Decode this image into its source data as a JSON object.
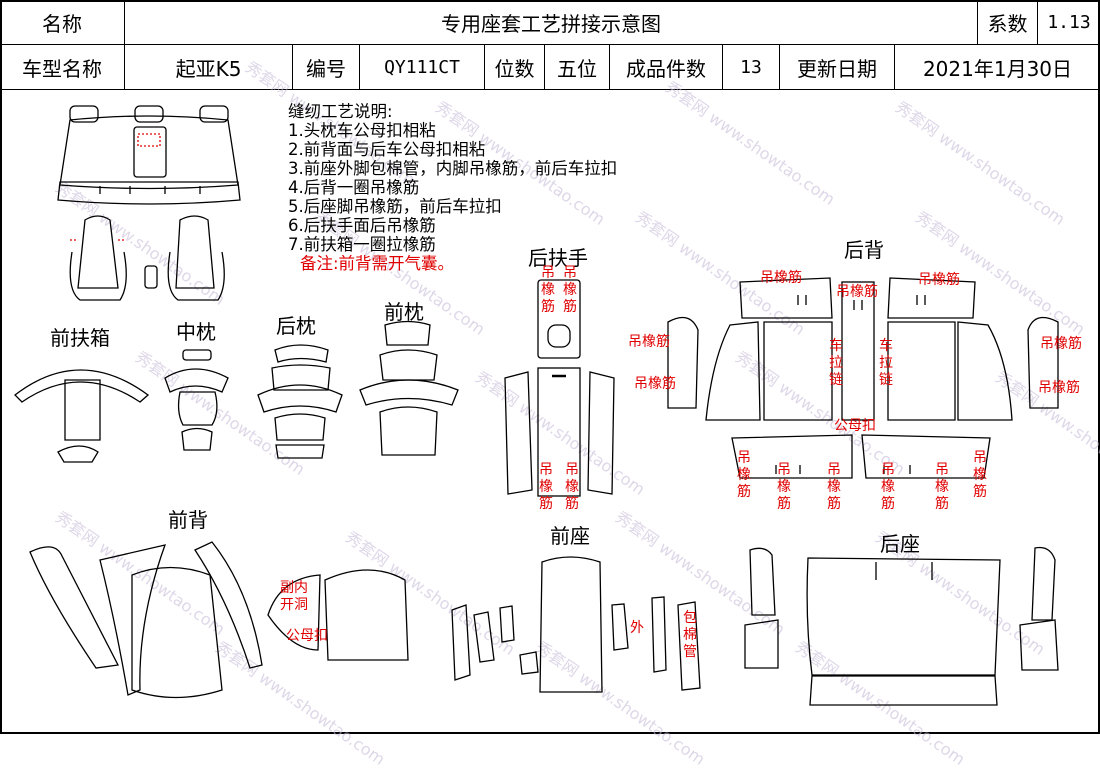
{
  "header": {
    "name_label": "名称",
    "doc_title": "专用座套工艺拼接示意图",
    "coef_label": "系数",
    "coef_value": "1.13",
    "model_label": "车型名称",
    "model_value": "起亚K5",
    "code_label": "编号",
    "code_value": "QY111CT",
    "seats_label": "位数",
    "seats_value": "五位",
    "pieces_label": "成品件数",
    "pieces_value": "13",
    "date_label": "更新日期",
    "date_value": "2021年1月30日"
  },
  "notes": {
    "title": "缝纫工艺说明:",
    "items": [
      "1.头枕车公母扣相粘",
      "2.前背面与后车公母扣相粘",
      "3.前座外脚包棉管，内脚吊橡筋，前后车拉扣",
      "4.后背一圈吊橡筋",
      "5.后座脚吊橡筋，前后车拉扣",
      "6.后扶手面后吊橡筋",
      "7.前扶箱一圈拉橡筋"
    ],
    "remark": "备注:前背需开气囊。"
  },
  "sections": {
    "front_armrest_box": "前扶箱",
    "middle_pillow": "中枕",
    "rear_pillow": "后枕",
    "front_pillow": "前枕",
    "rear_armrest": "后扶手",
    "rear_back": "后背",
    "front_back": "前背",
    "front_seat": "前座",
    "rear_seat": "后座"
  },
  "annotations": {
    "elastic": "吊橡筋",
    "zipper": "车拉链",
    "snap": "公母扣",
    "inner_hole": "副内开洞",
    "outer": "外",
    "cotton_tube": "包棉管"
  },
  "watermark": "秀套网 www.showtao.com"
}
